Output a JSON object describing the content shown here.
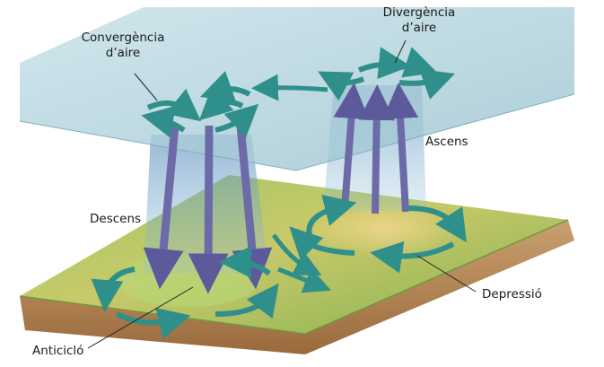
{
  "labels": {
    "convergencia": {
      "line1": "Convergència",
      "line2": "d’aire"
    },
    "divergencia": {
      "line1": "Divergència",
      "line2": "d’aire"
    },
    "ascens": "Ascens",
    "descens": "Descens",
    "depressio": "Depressió",
    "anticiclo": "Anticicló"
  },
  "colors": {
    "upper_plane": "#a9cdd8",
    "ground": "#8fbf5a",
    "soil": "#b98a5a",
    "circulation_arrows": "#2f8f8a",
    "vertical_arrows": "#6d6aa8"
  }
}
